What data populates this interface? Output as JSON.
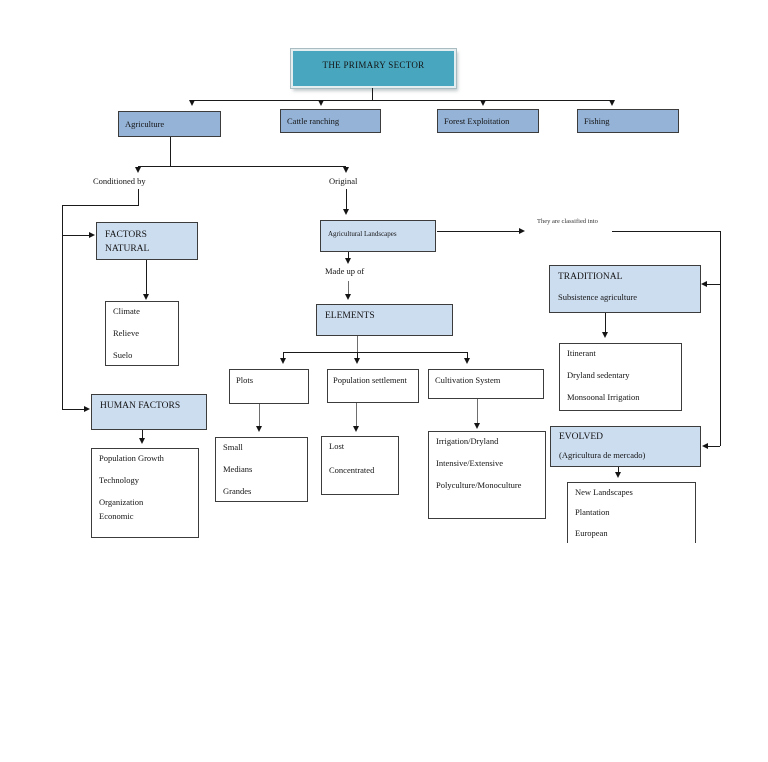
{
  "root": {
    "label": "THE PRIMARY SECTOR"
  },
  "sectors": {
    "agriculture": "Agriculture",
    "cattle": "Cattle ranching",
    "forest": "Forest Exploitation",
    "fishing": "Fishing"
  },
  "agriculture_branch": {
    "conditioned_by": "Conditioned by",
    "original": "Original"
  },
  "factors_natural": {
    "line1": "FACTORS",
    "line2": "NATURAL",
    "items": [
      "Climate",
      "Relieve",
      "Suelo"
    ]
  },
  "human_factors": {
    "title": "HUMAN FACTORS",
    "items": [
      "Population Growth",
      "Technology",
      "Organization",
      "Economic"
    ]
  },
  "landscapes": {
    "label": "Agricultural Landscapes",
    "made_up_of": "Made up of",
    "classified_into": "They are classified into"
  },
  "elements": {
    "title": "ELEMENTS",
    "plots": {
      "label": "Plots",
      "items": [
        "Small",
        "Medians",
        "Grandes"
      ]
    },
    "settlement": {
      "label": "Population settlement",
      "items": [
        "Lost",
        "Concentrated"
      ]
    },
    "cultivation": {
      "label": "Cultivation System",
      "items": [
        "Irrigation/Dryland",
        "Intensive/Extensive",
        "Polyculture/Monoculture"
      ]
    }
  },
  "traditional": {
    "title": "TRADITIONAL",
    "subtitle": "Subsistence agriculture",
    "items": [
      "Itinerant",
      "Dryland sedentary",
      "Monsoonal Irrigation"
    ]
  },
  "evolved": {
    "title": "EVOLVED",
    "subtitle": "(Agricultura de mercado)",
    "items": [
      "New Landscapes",
      "Plantation",
      "European"
    ]
  },
  "colors": {
    "teal": "#48a7bf",
    "medium_blue": "#95b3d7",
    "light_blue": "#cdddf0",
    "line": "#1a1a1a",
    "border": "#3c3c3c"
  }
}
